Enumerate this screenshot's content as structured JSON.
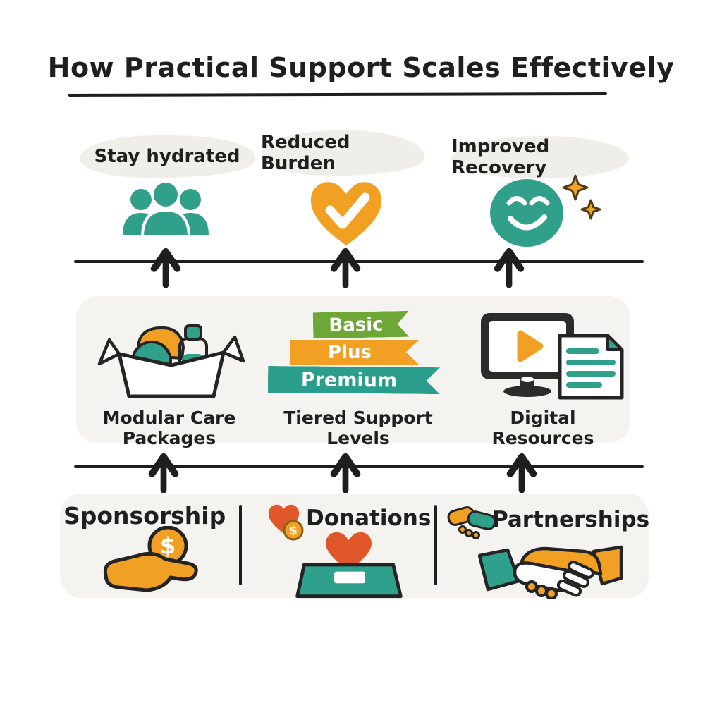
{
  "title": "How Practical Support Scales Effectively",
  "outcomes": [
    {
      "label": "Stay hydrated",
      "icon": "people-group-icon"
    },
    {
      "label": "Reduced Burden",
      "icon": "heart-check-icon"
    },
    {
      "label": "Improved Recovery",
      "icon": "smiley-sparkles-icon"
    }
  ],
  "programs": {
    "items": [
      {
        "label": "Modular Care Packages",
        "icon": "care-package-box-icon"
      },
      {
        "label": "Tiered Support Levels",
        "icon": "tiered-ribbons-icon",
        "tiers": [
          {
            "label": "Basic",
            "color": "#6fa737"
          },
          {
            "label": "Plus",
            "color": "#f2a024"
          },
          {
            "label": "Premium",
            "color": "#2a9d8c"
          }
        ]
      },
      {
        "label": "Digital Resources",
        "icon": "monitor-document-icon"
      }
    ]
  },
  "funding": {
    "items": [
      {
        "label": "Sponsorship",
        "icon": "hand-coin-icon",
        "coin_symbol": "$"
      },
      {
        "label": "Donations",
        "icon": "donation-box-icon",
        "coin_symbol": "$"
      },
      {
        "label": "Partnerships",
        "icon": "handshake-icon"
      }
    ]
  },
  "colors": {
    "teal": "#31a08b",
    "teal_deep": "#2a9d8c",
    "orange": "#f2a024",
    "green": "#6fa737",
    "red_orange": "#e0582a",
    "ink": "#1e1e1e",
    "panel": "#f5f3ef",
    "highlight_blob": "#f0eee9",
    "sparkle_outline": "#54390e",
    "white": "#ffffff"
  }
}
